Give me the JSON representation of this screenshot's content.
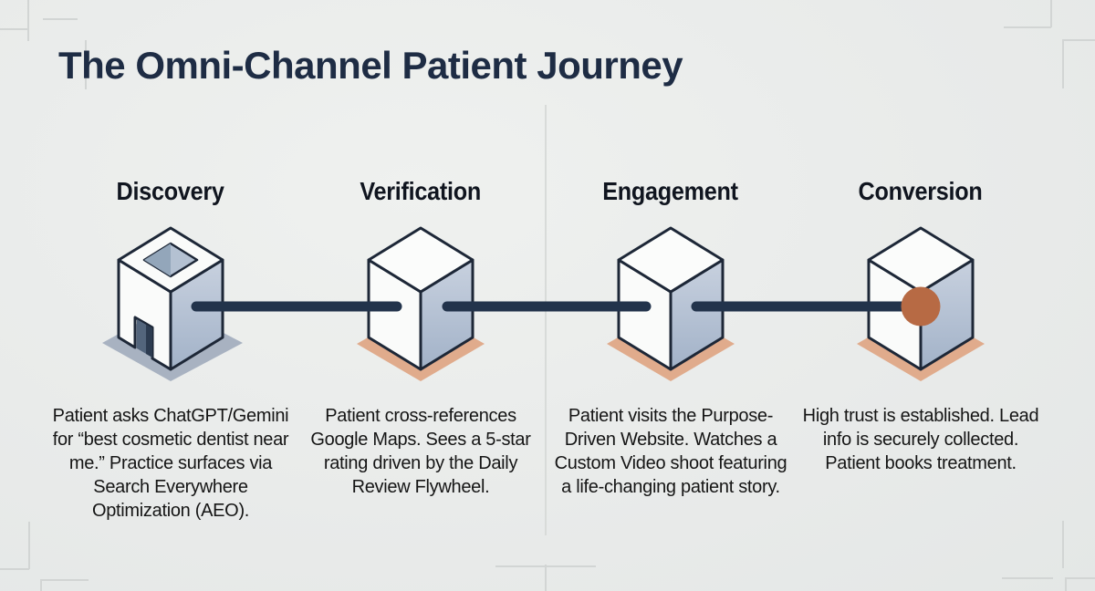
{
  "title": "The Omni-Channel Patient Journey",
  "stages": [
    {
      "name": "Discovery",
      "icon": "open-box-icon",
      "description": "Patient asks ChatGPT/Gemini for “best cosmetic dentist near me.” Practice surfaces via Search Everywhere Optimization (AEO)."
    },
    {
      "name": "Verification",
      "icon": "cube-icon",
      "description": "Patient cross-references Google Maps. Sees a 5-star rating driven by the Daily Review Flywheel."
    },
    {
      "name": "Engagement",
      "icon": "cube-icon",
      "description": "Patient visits the Purpose-Driven Website. Watches a Custom Video shoot featuring a life-changing patient story."
    },
    {
      "name": "Conversion",
      "icon": "cube-node-icon",
      "description": "High trust is established. Lead info is securely collected. Patient books treatment."
    }
  ],
  "colors": {
    "title_navy": "#1e2c44",
    "heading_ink": "#10151f",
    "connector_navy": "#22334b",
    "outline_navy": "#1d2737",
    "face_white": "#fafbfa",
    "face_shaded_top": "#c8d1df",
    "face_shaded_bottom": "#a2b2c8",
    "shadow_peach": "#e0ab8c",
    "shadow_blue_gray": "#a8b2c1",
    "node_terracotta": "#b76a44",
    "background": "#e9ebea"
  }
}
